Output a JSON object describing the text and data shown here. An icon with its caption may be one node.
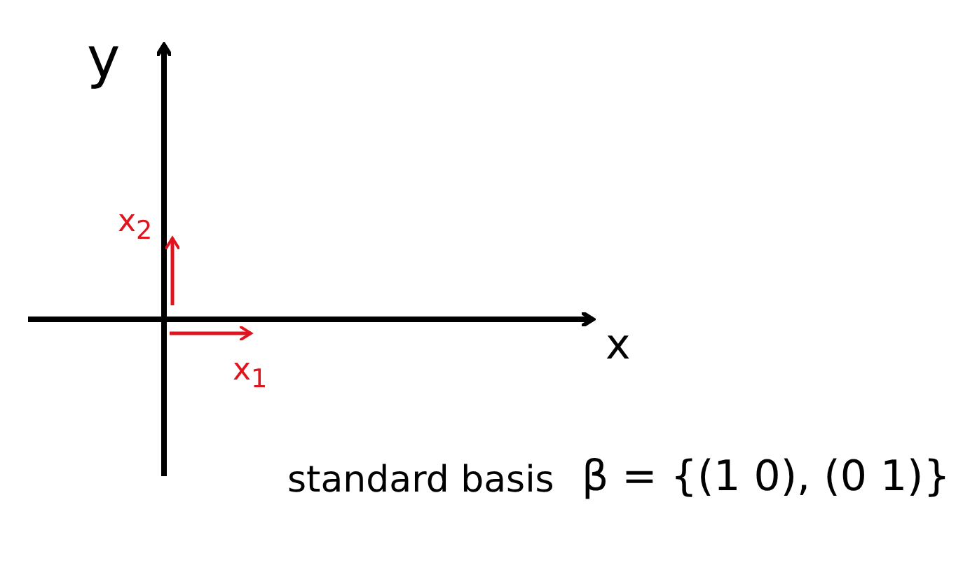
{
  "diagram": {
    "labels": [
      "y",
      "x$_{2}$",
      "x",
      "x$_{1}$",
      "standard basis",
      "β = {(1 0), (0 1)}"
    ]
  }
}
